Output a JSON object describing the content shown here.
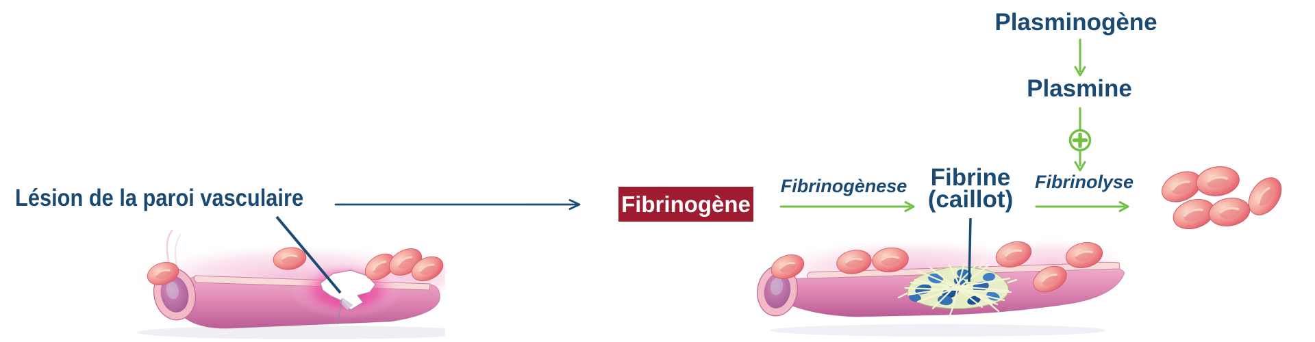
{
  "figure": {
    "lesion_label": "Lésion de la paroi vasculaire",
    "fibrinogen_label": "Fibrinogène",
    "fibrinogenesis_label": "Fibrinogènese",
    "fibrin_label_line1": "Fibrine",
    "fibrin_label_line2": "(caillot)",
    "fibrinolysis_label": "Fibrinolyse",
    "plasminogen_label": "Plasminogène",
    "plasmin_label": "Plasmine"
  },
  "icons": {
    "plus_icon": "+"
  },
  "colors": {
    "text_navy": "#1a4a73",
    "arrow_green": "#72bf44",
    "fibrinogen_box_bg": "#9e1b30",
    "fibrinogen_box_text": "#ffffff",
    "vessel_pink": "#d77bad",
    "wound_magenta": "#ec1c8f",
    "clot_blue": "#2a65ad",
    "clot_mesh_cream": "#f3f6d4",
    "red_cell": "#e9707a"
  }
}
